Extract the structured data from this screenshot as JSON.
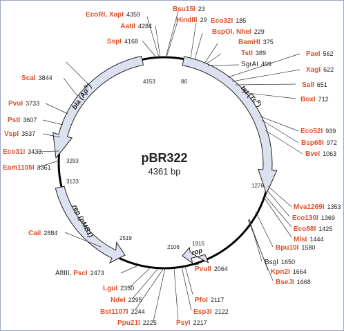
{
  "plasmid": {
    "name": "pBR322",
    "size": "4361 bp"
  },
  "colors": {
    "site_label": "#e0502a",
    "gene_fill": "#dde0ee",
    "backbone": "#000000"
  },
  "genes": [
    {
      "label": "tet (Tc",
      "sup": "R",
      "close": ")",
      "start": 86,
      "end": 1276
    },
    {
      "label": "bla (Ap",
      "sup": "R",
      "close": ")",
      "start": 4153,
      "end": 3293
    },
    {
      "label": "rep (pMB1)",
      "start": 3133,
      "end": 2519
    },
    {
      "label": "rop",
      "start": 1915,
      "end": 2106
    }
  ],
  "inner_positions": [
    "4153",
    "86",
    "1276",
    "3293",
    "3133",
    "2519",
    "2106",
    "1915"
  ],
  "sites": [
    {
      "name": "EcoRI, XapI",
      "pos": "4359",
      "orange": true
    },
    {
      "name": "AatII",
      "pos": "4284",
      "orange": true
    },
    {
      "name": "SspI",
      "pos": "4168",
      "orange": true
    },
    {
      "name": "Bsu15I",
      "pos": "23",
      "orange": true
    },
    {
      "name": "HindIII",
      "pos": "29",
      "orange": true
    },
    {
      "name": "Eco32I",
      "pos": "185",
      "orange": true
    },
    {
      "name": "BspOI, NheI",
      "pos": "229",
      "orange": true
    },
    {
      "name": "BamHI",
      "pos": "375",
      "orange": true
    },
    {
      "name": "TstI",
      "pos": "389",
      "orange": true
    },
    {
      "name": "SgrAI",
      "pos": "409",
      "orange": false
    },
    {
      "name": "PaeI",
      "pos": "562",
      "orange": true
    },
    {
      "name": "XagI",
      "pos": "622",
      "orange": true
    },
    {
      "name": "SalI",
      "pos": "651",
      "orange": true
    },
    {
      "name": "BoxI",
      "pos": "712",
      "orange": true
    },
    {
      "name": "Eco52I",
      "pos": "939",
      "orange": true
    },
    {
      "name": "Bsp68I",
      "pos": "972",
      "orange": true
    },
    {
      "name": "BveI",
      "pos": "1063",
      "orange": true
    },
    {
      "name": "Mva1269I",
      "pos": "1353",
      "orange": true
    },
    {
      "name": "Eco130I",
      "pos": "1369",
      "orange": true
    },
    {
      "name": "Eco88I",
      "pos": "1425",
      "orange": true
    },
    {
      "name": "MlsI",
      "pos": "1444",
      "orange": true
    },
    {
      "name": "Bpu10I",
      "pos": "1580",
      "orange": true
    },
    {
      "name": "BsgI",
      "pos": "1650",
      "orange": false
    },
    {
      "name": "Kpn2I",
      "pos": "1664",
      "orange": true
    },
    {
      "name": "BseJI",
      "pos": "1668",
      "orange": true
    },
    {
      "name": "PvuII",
      "pos": "2064",
      "orange": true
    },
    {
      "name": "PfoI",
      "pos": "2117",
      "orange": true
    },
    {
      "name": "Esp3I",
      "pos": "2122",
      "orange": true
    },
    {
      "name": "PsyI",
      "pos": "2217",
      "orange": true
    },
    {
      "name": "Ppu21I",
      "pos": "2225",
      "orange": true
    },
    {
      "name": "Bst1107I",
      "pos": "2244",
      "orange": true
    },
    {
      "name": "NdeI",
      "pos": "2295",
      "orange": true
    },
    {
      "name": "LguI",
      "pos": "2350",
      "orange": true
    },
    {
      "name": "AfIIII, ",
      "pos": "",
      "orange": false
    },
    {
      "name": "PscI",
      "pos": "2473",
      "orange": true
    },
    {
      "name": "CaiI",
      "pos": "2884",
      "orange": true
    },
    {
      "name": "Eam1105I",
      "pos": "3361",
      "orange": true
    },
    {
      "name": "Eco31I",
      "pos": "3433",
      "orange": true
    },
    {
      "name": "VspI",
      "pos": "3537",
      "orange": true
    },
    {
      "name": "PstI",
      "pos": "3607",
      "orange": true
    },
    {
      "name": "PvuI",
      "pos": "3733",
      "orange": true
    },
    {
      "name": "ScaI",
      "pos": "3844",
      "orange": true
    }
  ]
}
